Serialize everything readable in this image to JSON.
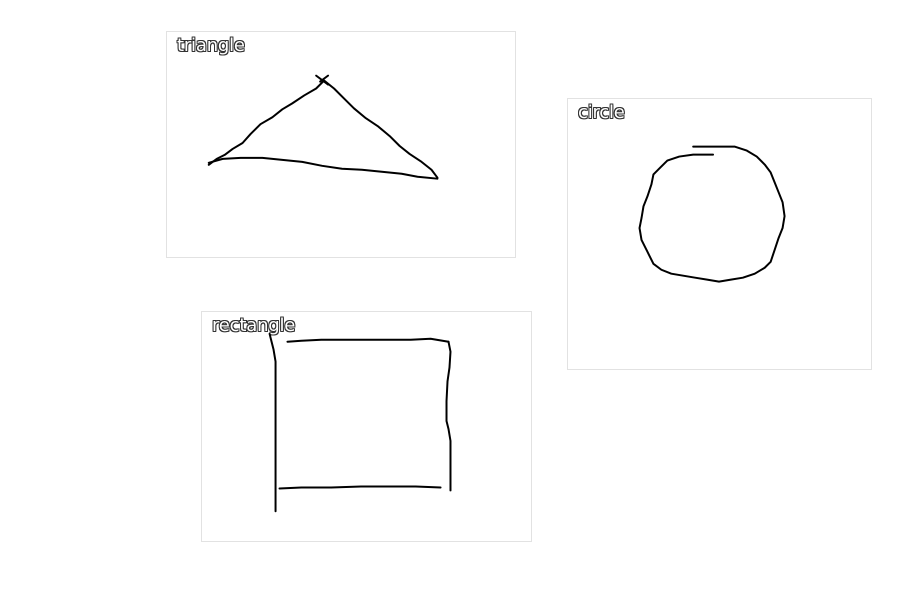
{
  "panels": {
    "triangle": {
      "label": "triangle"
    },
    "circle": {
      "label": "circle"
    },
    "rectangle": {
      "label": "rectangle"
    }
  },
  "colors": {
    "panel_border": "#e2e2e2",
    "stroke": "#000000",
    "background": "#ffffff"
  }
}
